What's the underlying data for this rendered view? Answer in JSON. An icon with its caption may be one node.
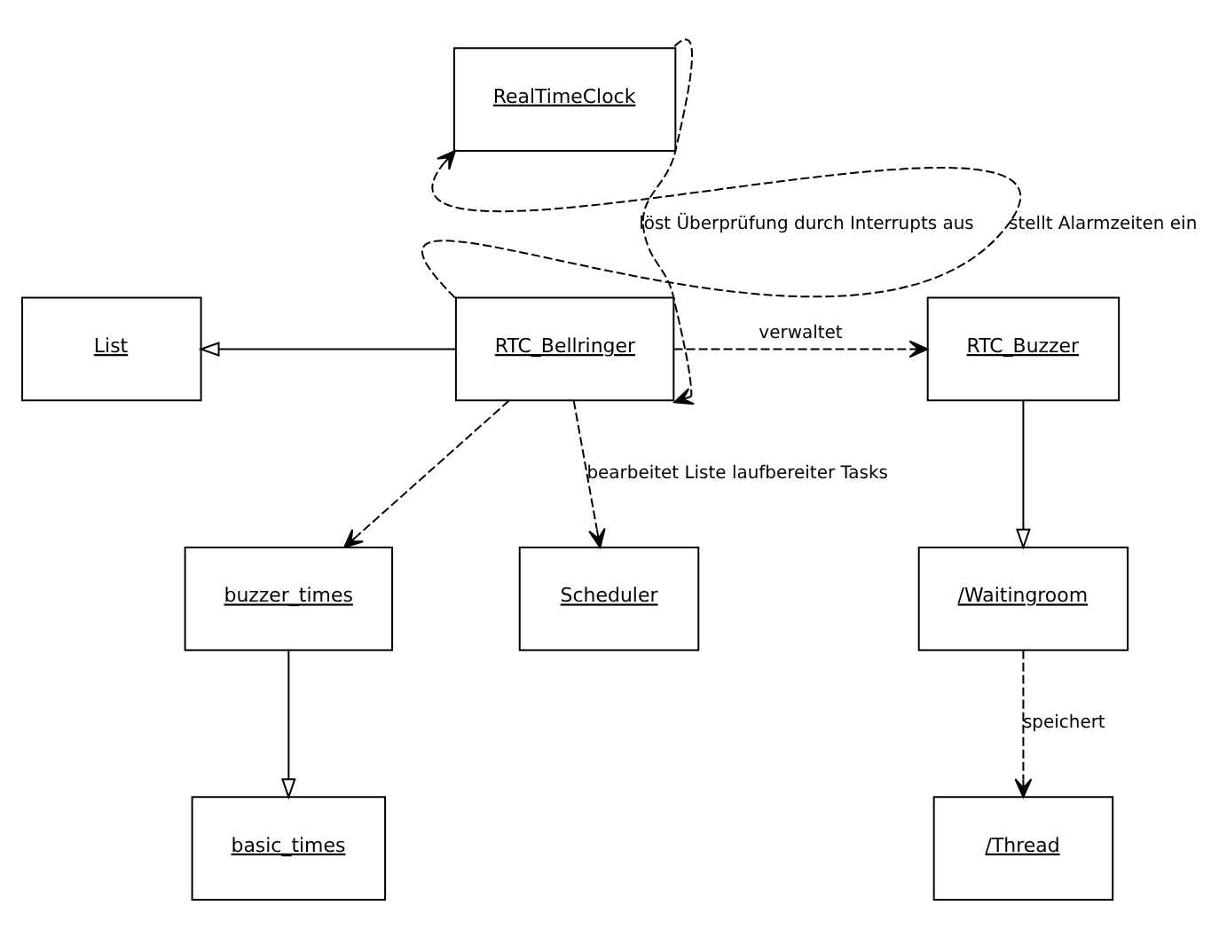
{
  "diagram": {
    "nodes": [
      {
        "text": [
          "RealTimeClock"
        ]
      },
      {
        "text": [
          "List"
        ]
      },
      {
        "text": [
          "RTC_Bellringer"
        ]
      },
      {
        "text": [
          "RTC_Buzzer"
        ]
      },
      {
        "text": [
          "buzzer_times"
        ]
      },
      {
        "text": [
          "Scheduler"
        ]
      },
      {
        "text": [
          "/Waitingroom"
        ]
      },
      {
        "text": [
          "basic_times"
        ]
      },
      {
        "text": [
          "/Thread"
        ]
      }
    ],
    "edges": [
      {
        "from": 2,
        "to": 0,
        "arrow": "to",
        "style": "dashed",
        "label": "stellt Alarmzeiten ein"
      },
      {
        "from": 0,
        "to": 2,
        "arrow": "to",
        "style": "dashed",
        "label": "löst Überprüfung durch Interrupts aus"
      },
      {
        "from": 2,
        "to": 1,
        "arrow": "to"
      },
      {
        "from": 2,
        "to": 3,
        "arrow": "to",
        "style": "dashed",
        "label": "verwaltet"
      },
      {
        "from": 2,
        "to": 4,
        "arrow": "to",
        "style": "dashed"
      },
      {
        "from": 2,
        "to": 5,
        "arrow": "to",
        "style": "dashed",
        "label": "bearbeitet Liste laufbereiter Tasks"
      },
      {
        "from": 3,
        "to": 6,
        "arrow": "to"
      },
      {
        "from": 4,
        "to": 7,
        "arrow": "to"
      },
      {
        "from": 6,
        "to": 8,
        "arrow": "to",
        "style": "dashed",
        "label": "speichert"
      }
    ]
  }
}
